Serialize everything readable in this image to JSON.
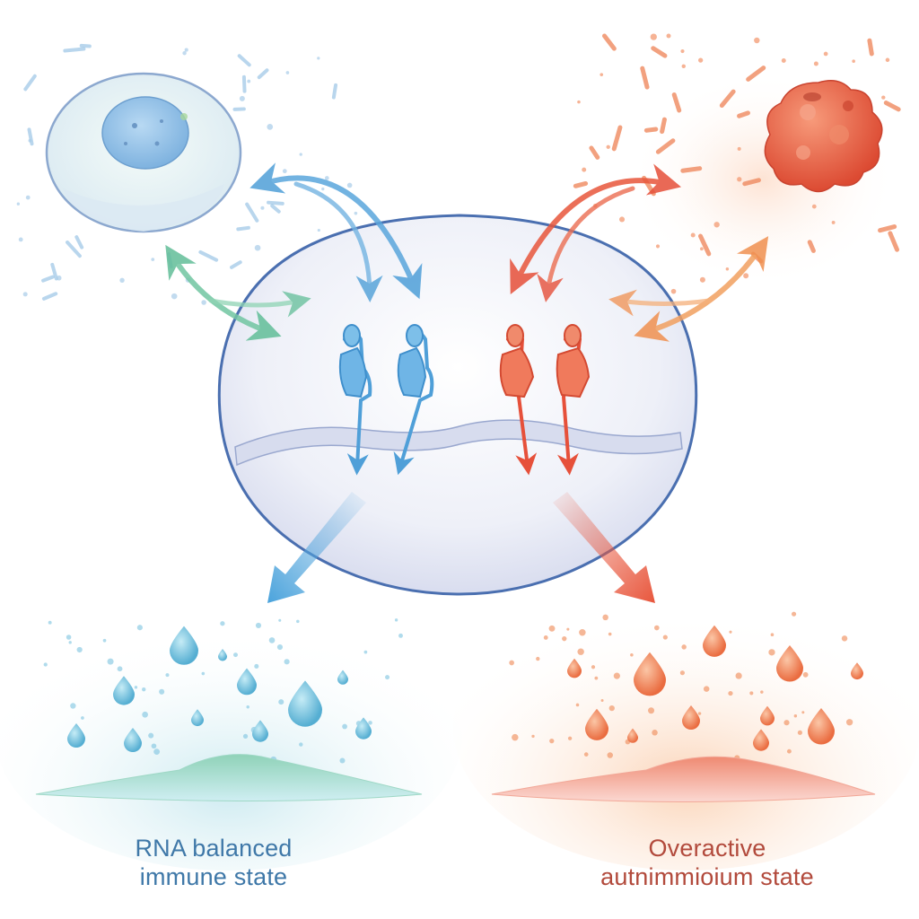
{
  "captions": {
    "left": {
      "line1": "RNA balanced",
      "line2": "immune state"
    },
    "right": {
      "line1": "Overactive",
      "line2": "autnimmioium state"
    }
  },
  "colors": {
    "balanced_text": "#3f78a8",
    "overactive_text": "#b24a3c",
    "blue_arrow": "#5aa6dc",
    "red_arrow": "#e8563c",
    "green_arrow": "#72c6a2",
    "orange_arrow": "#f2a060",
    "blue_cell": "#8fc1e8",
    "red_cell": "#e8583e",
    "blue_droplet": "#6dbfdd",
    "orange_droplet": "#f08a5a"
  },
  "icons": {
    "central_cell": "oval-cell-icon",
    "left_cell": "healthy-cell-icon",
    "right_cell": "inflamed-cell-icon",
    "blue_receptors": "blue-receptor-icon",
    "red_receptors": "red-receptor-icon"
  }
}
